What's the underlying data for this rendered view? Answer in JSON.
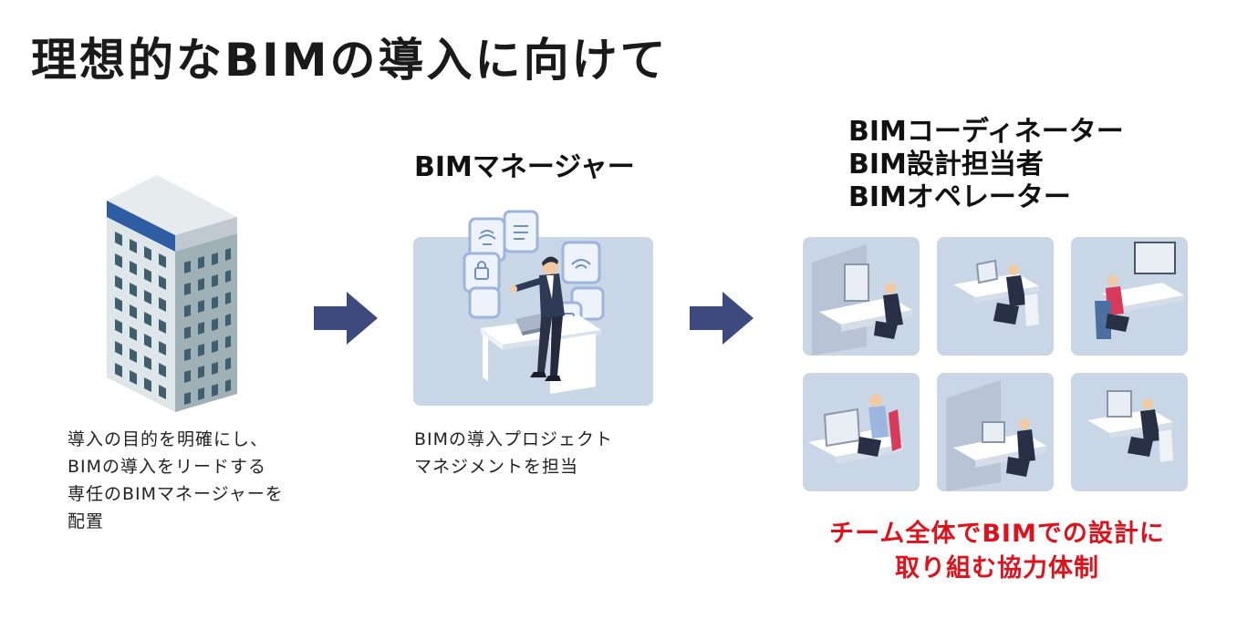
{
  "page": {
    "title": "理想的なBIMの導入に向けて"
  },
  "step1": {
    "description_lines": [
      "導入の目的を明確にし、",
      "BIMの導入をリードする",
      "専任のBIMマネージャーを",
      "配置"
    ]
  },
  "step2": {
    "heading": "BIMマネージャー",
    "description_lines": [
      "BIMの導入プロジェクト",
      "マネジメントを担当"
    ]
  },
  "step3": {
    "heading_lines": [
      "BIMコーディネーター",
      "BIM設計担当者",
      "BIMオペレーター"
    ],
    "note_lines": [
      "チーム全体でBIMでの設計に",
      "取り組む協力体制"
    ]
  },
  "icons": [
    "office-building-icon",
    "arrow-right-icon",
    "manager-illustration",
    "team-member-illustration"
  ],
  "colors": {
    "arrow": "#3d4a7e",
    "tile_bg": "#c8d6e5",
    "note_text": "#e0111b",
    "building_blue": "#2e5da6"
  }
}
